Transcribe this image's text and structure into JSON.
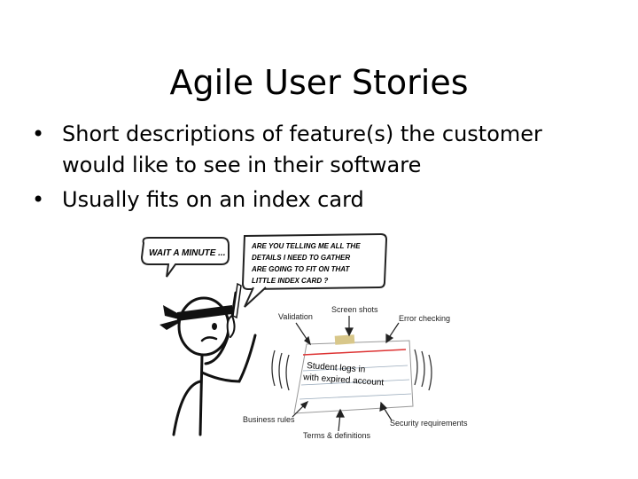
{
  "slide": {
    "title": "Agile User Stories",
    "bullet_char": "•",
    "bullets": [
      "Short descriptions of feature(s) the customer would like to see in their software",
      "Usually fits on an index card"
    ]
  },
  "illustration": {
    "left_bubble": "WAIT A MINUTE ...",
    "right_bubble_lines": [
      "ARE YOU TELLING ME ALL THE",
      "DETAILS I NEED TO GATHER",
      "ARE GOING TO FIT ON THAT",
      "LITTLE INDEX CARD ?"
    ],
    "card_text_lines": [
      "Student logs in",
      "with expired account"
    ],
    "labels": {
      "validation": "Validation",
      "screen_shots": "Screen shots",
      "error_checking": "Error checking",
      "business_rules": "Business rules",
      "terms_definitions": "Terms & definitions",
      "security_requirements": "Security requirements"
    }
  }
}
